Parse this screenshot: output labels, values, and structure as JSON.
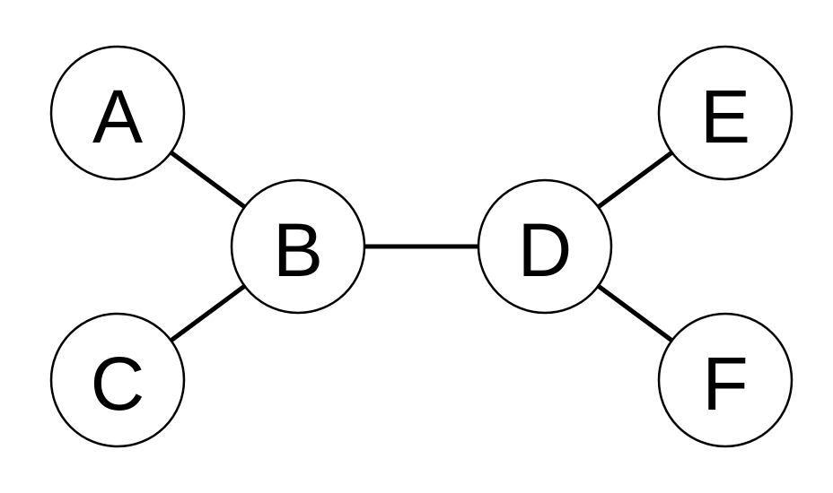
{
  "diagram": {
    "type": "graph",
    "nodes": [
      {
        "id": "A",
        "label": "A"
      },
      {
        "id": "B",
        "label": "B"
      },
      {
        "id": "C",
        "label": "C"
      },
      {
        "id": "D",
        "label": "D"
      },
      {
        "id": "E",
        "label": "E"
      },
      {
        "id": "F",
        "label": "F"
      }
    ],
    "edges": [
      {
        "from": "A",
        "to": "B"
      },
      {
        "from": "C",
        "to": "B"
      },
      {
        "from": "B",
        "to": "D"
      },
      {
        "from": "D",
        "to": "E"
      },
      {
        "from": "D",
        "to": "F"
      }
    ],
    "colors": {
      "background": "#ffffff",
      "stroke": "#000000",
      "node_fill": "#ffffff",
      "text": "#000000"
    }
  }
}
